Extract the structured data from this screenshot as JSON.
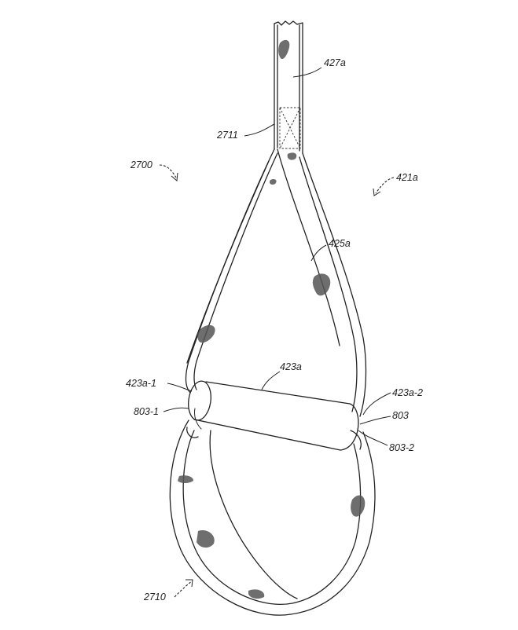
{
  "labels": {
    "top_strap": "427a",
    "seam": "2711",
    "assembly": "2700",
    "strap_system": "421a",
    "side_strap": "425a",
    "handle": "423a",
    "handle_left_end": "423a-1",
    "handle_right_end": "423a-2",
    "left_connector": "803-1",
    "connector": "803",
    "right_connector": "803-2",
    "lower_loop": "2710"
  },
  "colors": {
    "line": "#222222",
    "shading": "#555555",
    "background": "#ffffff"
  }
}
